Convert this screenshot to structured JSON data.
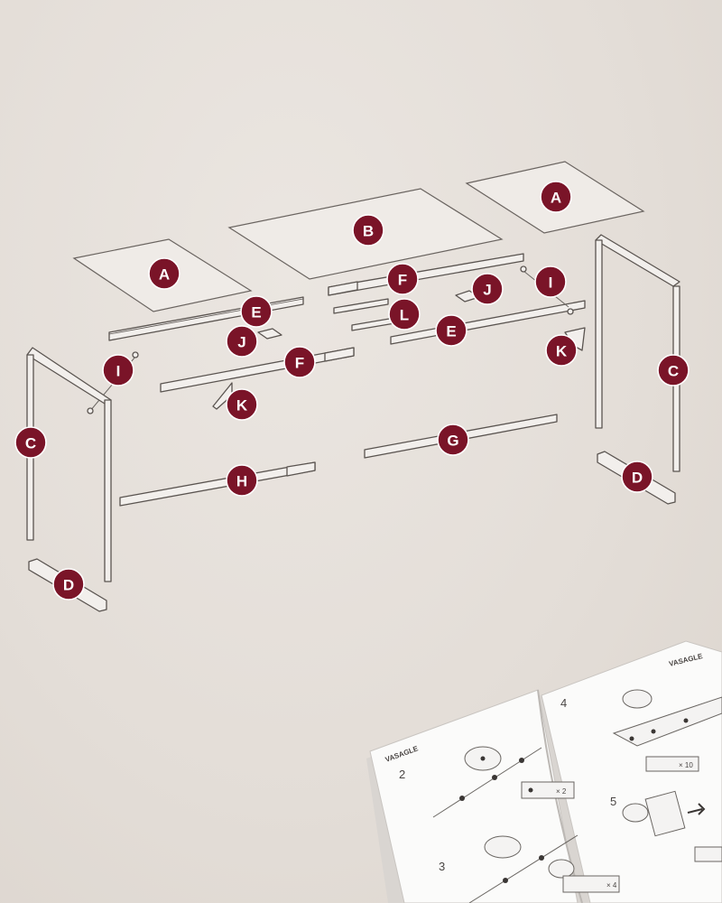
{
  "parts": [
    {
      "id": "A1",
      "letter": "A"
    },
    {
      "id": "A2",
      "letter": "A"
    },
    {
      "id": "B",
      "letter": "B"
    },
    {
      "id": "C1",
      "letter": "C"
    },
    {
      "id": "C2",
      "letter": "C"
    },
    {
      "id": "D1",
      "letter": "D"
    },
    {
      "id": "D2",
      "letter": "D"
    },
    {
      "id": "E1",
      "letter": "E"
    },
    {
      "id": "E2",
      "letter": "E"
    },
    {
      "id": "F1",
      "letter": "F"
    },
    {
      "id": "F2",
      "letter": "F"
    },
    {
      "id": "G",
      "letter": "G"
    },
    {
      "id": "H",
      "letter": "H"
    },
    {
      "id": "I1",
      "letter": "I"
    },
    {
      "id": "I2",
      "letter": "I"
    },
    {
      "id": "J1",
      "letter": "J"
    },
    {
      "id": "J2",
      "letter": "J"
    },
    {
      "id": "K1",
      "letter": "K"
    },
    {
      "id": "K2",
      "letter": "K"
    },
    {
      "id": "L",
      "letter": "L"
    }
  ],
  "manual": {
    "brand_left": "VASAGLE",
    "brand_right": "VASAGLE",
    "step_2": "2",
    "step_3": "3",
    "step_4": "4",
    "step_5": "5",
    "qty_2": "× 2",
    "qty_4": "× 4",
    "qty_10": "× 10"
  },
  "colors": {
    "badge": "#7a1428",
    "background": "#e6e1dc",
    "line": "#5a5450"
  }
}
